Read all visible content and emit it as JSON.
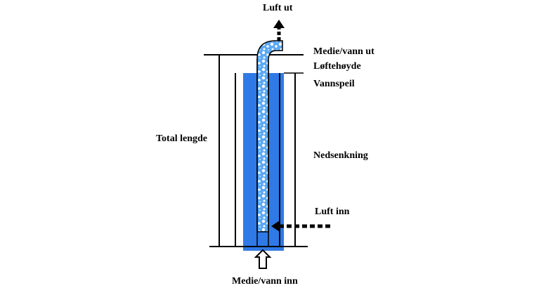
{
  "labels": {
    "air_out": "Luft ut",
    "media_water_out": "Medie/vann ut",
    "lift_height": "Løftehøyde",
    "water_level": "Vannspeil",
    "total_length": "Total lengde",
    "submergence": "Nedsenkning",
    "air_in": "Luft inn",
    "media_water_in": "Medie/vann inn"
  },
  "colors": {
    "water": "#2f7ae6",
    "line": "#000000",
    "bubble": "#ffffff",
    "pipe_fill": "#5aa8f5"
  }
}
